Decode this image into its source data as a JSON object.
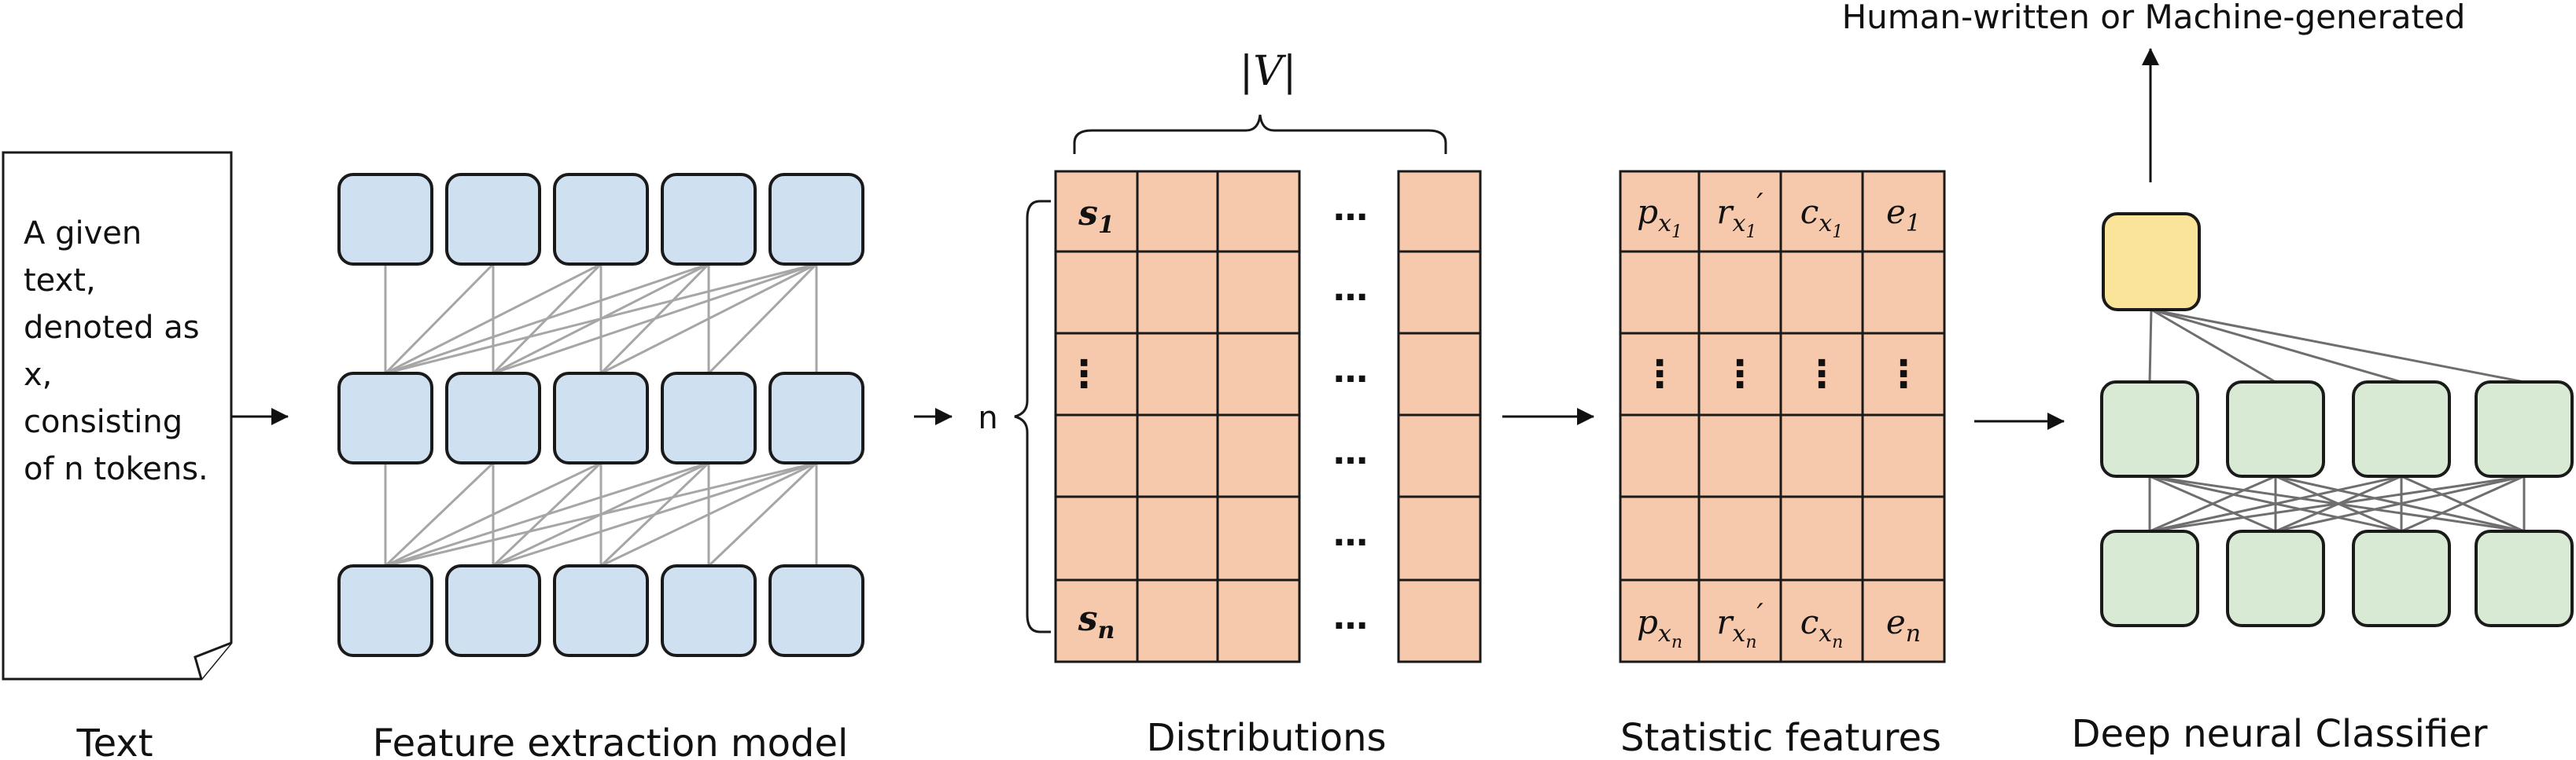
{
  "text_box": {
    "lines": [
      "A given",
      "text,",
      "denoted as",
      "x,",
      "consisting",
      "of n tokens."
    ],
    "caption": "Text"
  },
  "feature_model": {
    "caption": "Feature extraction model"
  },
  "distributions": {
    "caption": "Distributions",
    "vocab_label": "|V|",
    "n_label": "n",
    "first_row": {
      "base": "s",
      "sub": "1"
    },
    "last_row": {
      "base": "s",
      "sub": "n"
    },
    "ellipsis_h": "…",
    "ellipsis_v": "⋮"
  },
  "statistic_features": {
    "caption": "Statistic features",
    "top_row": [
      {
        "base": "p",
        "sub": "x",
        "subsub": "1",
        "prime": ""
      },
      {
        "base": "r",
        "sub": "x",
        "subsub": "1",
        "prime": "′"
      },
      {
        "base": "c",
        "sub": "x",
        "subsub": "1",
        "prime": ""
      },
      {
        "base": "e",
        "sub": "1",
        "subsub": "",
        "prime": ""
      }
    ],
    "bottom_row": [
      {
        "base": "p",
        "sub": "x",
        "subsub": "n",
        "prime": ""
      },
      {
        "base": "r",
        "sub": "x",
        "subsub": "n",
        "prime": "′"
      },
      {
        "base": "c",
        "sub": "x",
        "subsub": "n",
        "prime": ""
      },
      {
        "base": "e",
        "sub": "n",
        "subsub": "",
        "prime": ""
      }
    ],
    "ellipsis_v": "⋮"
  },
  "classifier": {
    "caption": "Deep neural Classifier",
    "output_label": "Human-written or Machine-generated"
  },
  "colors": {
    "node_blue": "#cfe0f1",
    "matrix_peach": "#f6c9ad",
    "node_green": "#d8ead3",
    "node_yellow": "#fae49a",
    "stroke": "#1a1a1a",
    "edge_gray": "#a6a6a6",
    "edge_dark": "#6e6e6e"
  }
}
